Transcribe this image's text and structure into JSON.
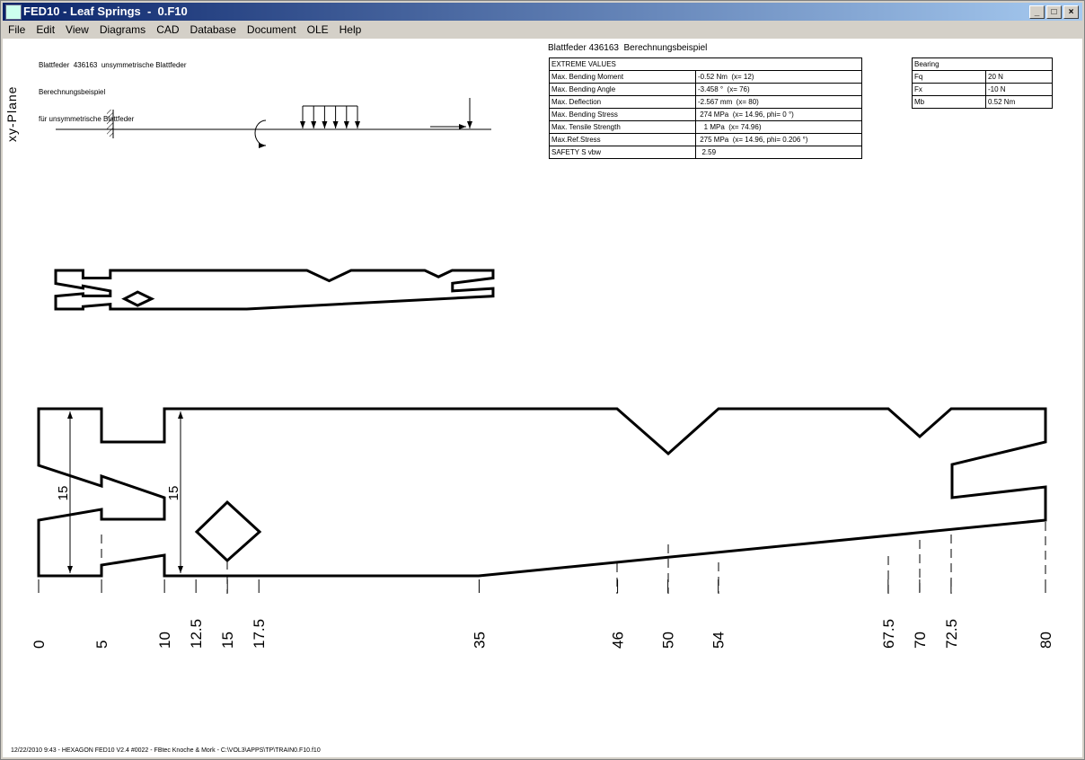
{
  "window": {
    "title": "FED10 - Leaf Springs  -  0.F10",
    "controls": [
      "_",
      "□",
      "×"
    ]
  },
  "menu": [
    "File",
    "Edit",
    "View",
    "Diagrams",
    "CAD",
    "Database",
    "Document",
    "OLE",
    "Help"
  ],
  "header": {
    "line1": "Blattfeder  436163  unsymmetrische Blattfeder",
    "line2": "Berechnungsbeispiel",
    "line3": "für unsymmetrische Blattfeder"
  },
  "plane_label": "xy-Plane",
  "results_title": "Blattfeder 436163  Berechnungsbeispiel",
  "extreme": {
    "heading": "EXTREME VALUES",
    "rows": [
      [
        "Max. Bending Moment",
        "-0.52 Nm  (x= 12)"
      ],
      [
        "Max. Bending Angle",
        "-3.458 °  (x= 76)"
      ],
      [
        "Max. Deflection",
        "-2.567 mm  (x= 80)"
      ],
      [
        "Max. Bending Stress",
        " 274 MPa  (x= 14.96, phi= 0 °)"
      ],
      [
        "Max. Tensile Strength",
        "   1 MPa  (x= 74.96)"
      ],
      [
        "Max.Ref.Stress",
        " 275 MPa  (x= 14.96, phi= 0.206 °)"
      ],
      [
        "SAFETY S vbw",
        "  2.59"
      ]
    ]
  },
  "bearing": {
    "heading": "Bearing",
    "rows": [
      [
        "Fq",
        "20 N"
      ],
      [
        "Fx",
        "-10 N"
      ],
      [
        "Mb",
        "0.52 Nm"
      ]
    ]
  },
  "dimensions": {
    "height_left": "15",
    "height_right": "15",
    "x_ticks": [
      "0",
      "5",
      "10",
      "12.5",
      "15",
      "17.5",
      "35",
      "46",
      "50",
      "54",
      "67.5",
      "70",
      "72.5",
      "80"
    ]
  },
  "footer": "12/22/2010 9:43 - HEXAGON FED10 V2.4 #0022 - FBtec Knoche & Mork - C:\\VOL3\\APPS\\TP\\TRAIN0.F10.f10"
}
